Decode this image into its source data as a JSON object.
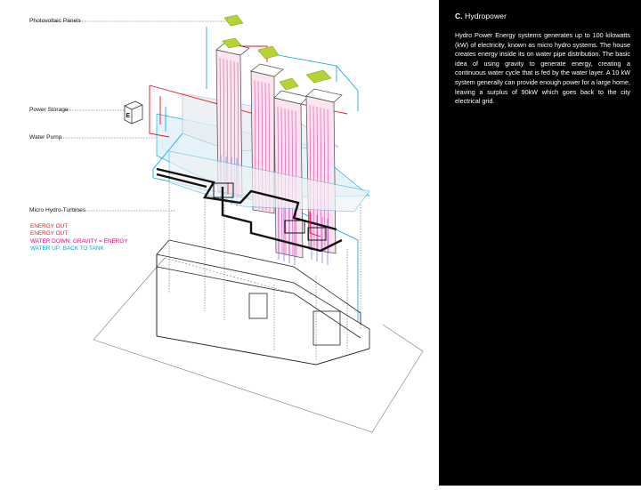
{
  "labels": {
    "photovoltaic": "Photovoltaic Panels",
    "power_storage": "Power Storage",
    "water_pump": "Water Pump",
    "micro_hydro": "Micro Hydro-Turbines",
    "storage_box_letter": "E"
  },
  "legend": [
    {
      "text": "ENERGY OUT",
      "color": "#e8141b"
    },
    {
      "text": "ENERGY OUT",
      "color": "#e8141b"
    },
    {
      "text": "WATER DOWN: GRAVITY = ENERGY",
      "color": "#e6007e"
    },
    {
      "text": "WATER UP: BACK TO TANK",
      "color": "#00a3d9"
    }
  ],
  "sidebar": {
    "heading_letter": "C.",
    "heading_title": "Hydropower",
    "body": "Hydro Power Energy systems generates up to 100 kilowatts (kW) of electricity, known as micro hydro systems. The house creates energy inside its on water pipe distribution. The basic idea of using gravity to generate energy, creating a continuous water cycle that is fed by the water layer. A 10 kW system generally can provide enough power for a large home, leaving a surplus of 90kW which goes back to the city electrical grid."
  },
  "colors": {
    "panel_green": "#b5d334",
    "energy_red": "#e8141b",
    "water_down_magenta": "#e6007e",
    "water_up_cyan": "#00a3d9",
    "turbine_blue": "#4f5bd5"
  }
}
